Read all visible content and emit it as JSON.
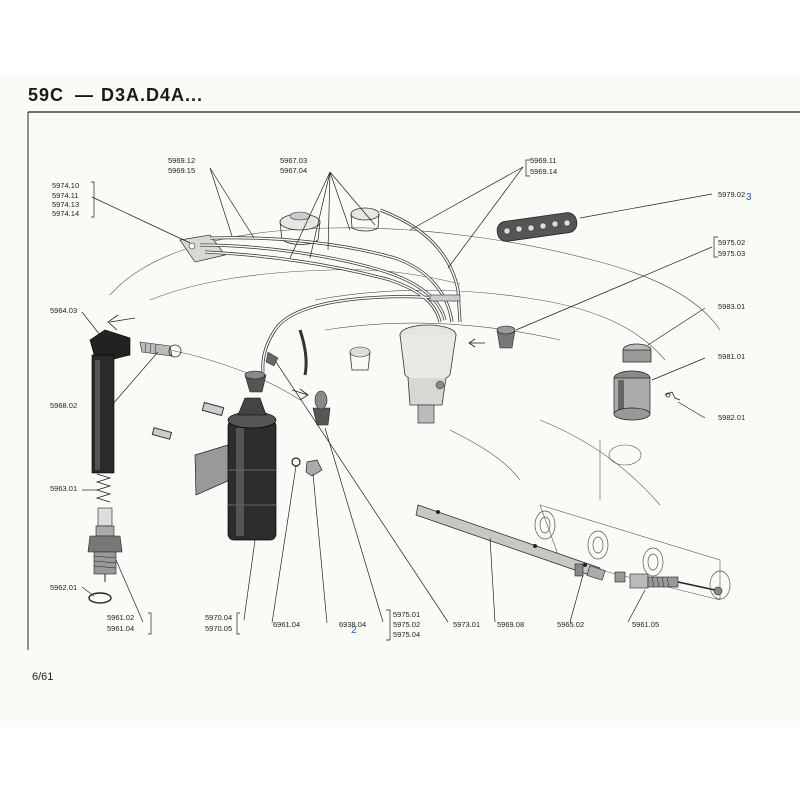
{
  "header": {
    "model_code": "59C",
    "separator": "—",
    "models": "D3A.D4A..."
  },
  "page_number": "6/61",
  "handwritten_marks": [
    "3",
    "2"
  ],
  "parts": {
    "p5969_12": "5969.12",
    "p5969_15": "5969.15",
    "p5967_03": "5967.03",
    "p5967_04": "5967.04",
    "p5969_11": "5969.11",
    "p5969_14": "5969.14",
    "p5974_10": "5974.10",
    "p5974_11": "5974.11",
    "p5974_13": "5974.13",
    "p5974_14": "5974.14",
    "p5979_02": "5979.02",
    "p5975_02a": "5975.02",
    "p5975_03": "5975.03",
    "p5964_03": "5964.03",
    "p5983_01": "5983.01",
    "p5981_01": "5981.01",
    "p5968_02": "5968.02",
    "p5982_01": "5982.01",
    "p5963_01": "5963.01",
    "p5962_01": "5962.01",
    "p5961_02": "5961.02",
    "p5961_04": "5961.04",
    "p5970_04": "5970.04",
    "p5970_05": "5970.05",
    "p6961_04": "6961.04",
    "p6938_04": "6938.04",
    "p5975_01": "5975.01",
    "p5975_02b": "5975.02",
    "p5975_04": "5975.04",
    "p5973_01": "5973.01",
    "p5969_08": "5969.08",
    "p5965_02": "5965.02",
    "p5961_05": "5961.05"
  },
  "colors": {
    "ink": "#222222",
    "handwriting": "#2a55b8",
    "paper": "#fafaf7"
  }
}
